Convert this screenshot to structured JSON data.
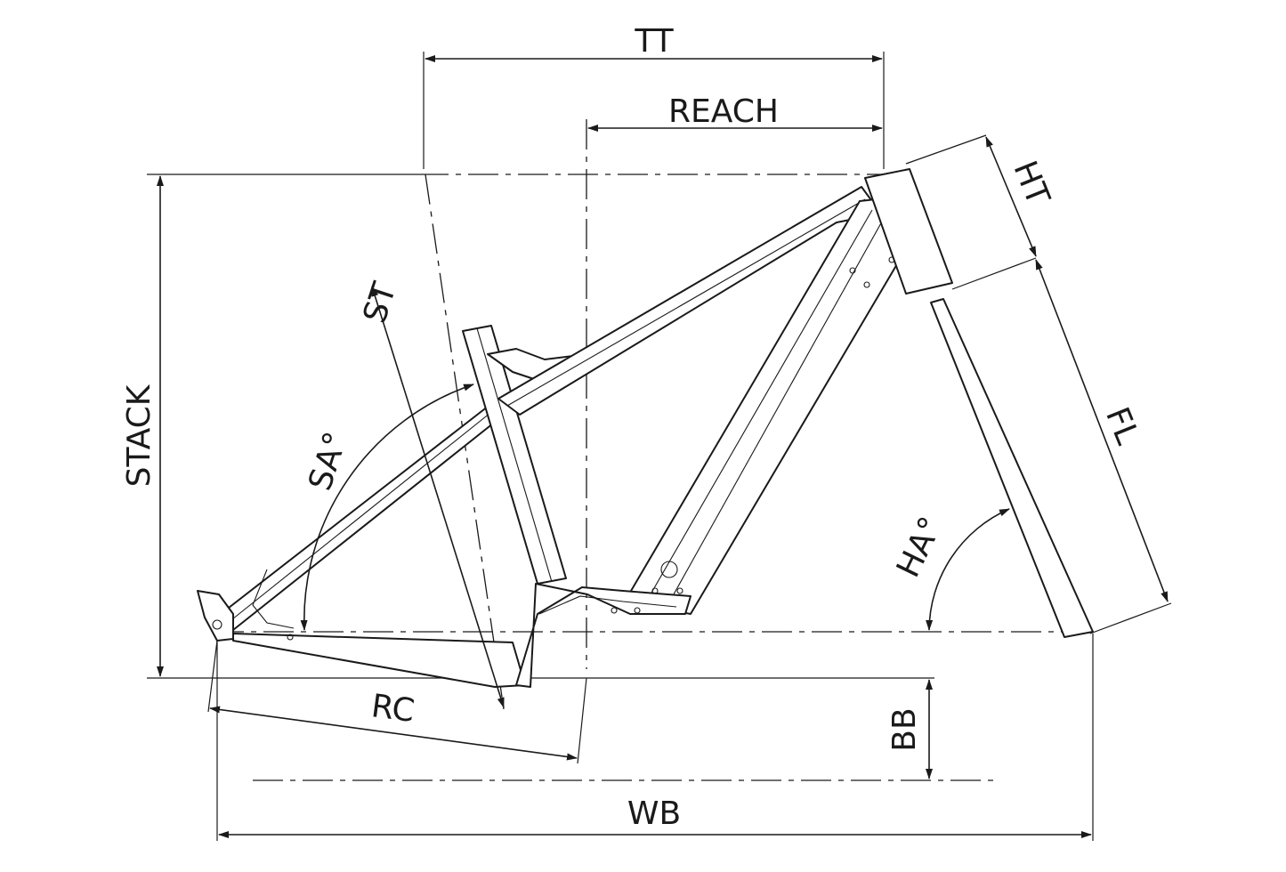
{
  "labels": {
    "tt": "TT",
    "reach": "REACH",
    "ht": "HT",
    "st": "ST",
    "stack": "STACK",
    "sa": "SA°",
    "fl": "FL",
    "ha": "HA°",
    "rc": "RC",
    "bb": "BB",
    "wb": "WB"
  },
  "colors": {
    "ink": "#1a1a1a",
    "background": "#ffffff"
  }
}
